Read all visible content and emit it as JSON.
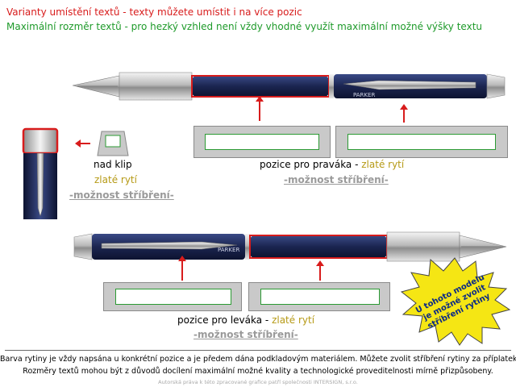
{
  "header": {
    "line1": "Varianty umístění textů - texty můžete umístit i na více pozic",
    "line2": "Maximální rozměr textů - pro hezký vzhled není vždy vhodné využít maximální možné výšky textu"
  },
  "pen": {
    "brand": "PARKER"
  },
  "clip_section": {
    "label": "nad klip",
    "engraving": "zlaté rytí",
    "silver_option": "-možnost stříbření-"
  },
  "right_hand": {
    "label": "pozice pro praváka - ",
    "engraving": "zlaté rytí",
    "silver_option": "-možnost stříbření-"
  },
  "left_hand": {
    "label": "pozice pro leváka - ",
    "engraving": "zlaté rytí",
    "silver_option": "-možnost stříbření-"
  },
  "burst": {
    "line1": "U tohoto modelu",
    "line2": "je možné zvolit",
    "line3": "stříbření rytiny"
  },
  "footer": {
    "line1": "Barva rytiny je vždy napsána u konkrétní pozice a je předem dána podkladovým materiálem. Můžete zvolit stříbření rytiny za příplatek!",
    "line2": "Rozměry textů mohou být z důvodů docílení maximální možné kvality a technologické proveditelnosti mírně přizpůsobeny.",
    "line3": "Autorská práva k této zpracované grafice patří společnosti INTERSIGN, s.r.o."
  },
  "colors": {
    "red": "#d81c1c",
    "green": "#1e9a2a",
    "gold": "#b69a16",
    "silver_text": "#9a9a9a",
    "navy": "#1b2550",
    "burst": "#f5e614"
  }
}
